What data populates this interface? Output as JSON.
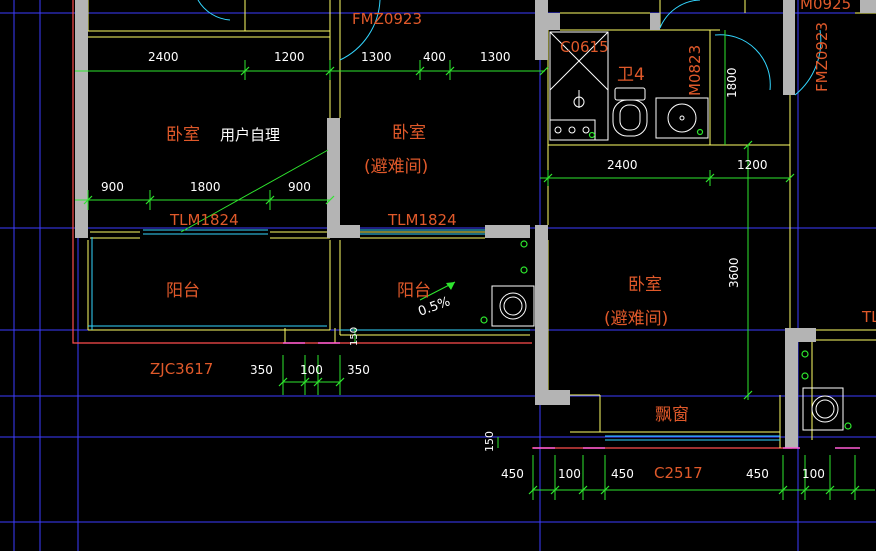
{
  "rooms": {
    "bedroom_left": "卧室",
    "bedroom_mid": "卧室",
    "bedroom_mid_sub": "(避难间)",
    "bedroom_right": "卧室",
    "bedroom_right_sub": "(避难间)",
    "balcony_left": "阳台",
    "balcony_mid": "阳台",
    "bay_window": "飘窗",
    "wc": "卫4"
  },
  "notes": {
    "user_managed": "用户自理",
    "slope": "0.5%"
  },
  "tags": {
    "door_top_mid": "FMZ0923",
    "door_top_right": "M0925",
    "door_right_vert": "FMZ0923",
    "door_wc": "M0823",
    "window_wc": "C0615",
    "door_left_balcony": "TLM1824",
    "door_mid_balcony": "TLM1824",
    "window_balcony": "ZJC3617",
    "window_bay": "C2517",
    "partial_right": "TL"
  },
  "dimensions": {
    "top_row": [
      "2400",
      "1200",
      "1300",
      "400",
      "1300"
    ],
    "mid_row": [
      "900",
      "1800",
      "900"
    ],
    "right_row": [
      "2400",
      "1200"
    ],
    "vertical_right": "3600",
    "vertical_wc": "1800",
    "bottom_left": [
      "350",
      "100",
      "350"
    ],
    "bottom_right": [
      "450",
      "100",
      "450",
      "450",
      "100"
    ],
    "small_150_a": "150",
    "small_150_b": "150"
  },
  "colors": {
    "wall": "#b4b4b4",
    "wall_line": "#ffff66",
    "axis": "#4040ff",
    "dim": "#2ee62e",
    "window": "#33d6ff",
    "text_orange": "#e0592a",
    "outline_red": "#ff4d4d"
  }
}
